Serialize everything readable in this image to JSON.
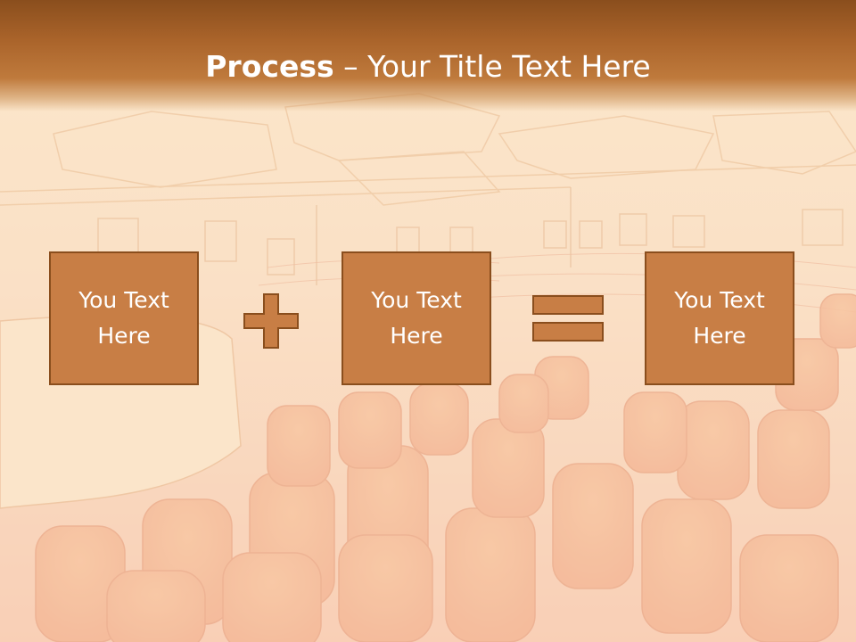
{
  "slide": {
    "title_bold": "Process",
    "title_rest": " – Your Title Text Here",
    "boxes": [
      {
        "text": "You Text\nHere"
      },
      {
        "text": "You Text\nHere"
      },
      {
        "text": "You Text\nHere"
      }
    ],
    "operators": [
      "plus-icon",
      "equals-icon"
    ]
  },
  "colors": {
    "box_fill": "#c87e45",
    "box_border": "#8a4e1d",
    "title_bar": "#a9632a",
    "text": "#ffffff"
  }
}
